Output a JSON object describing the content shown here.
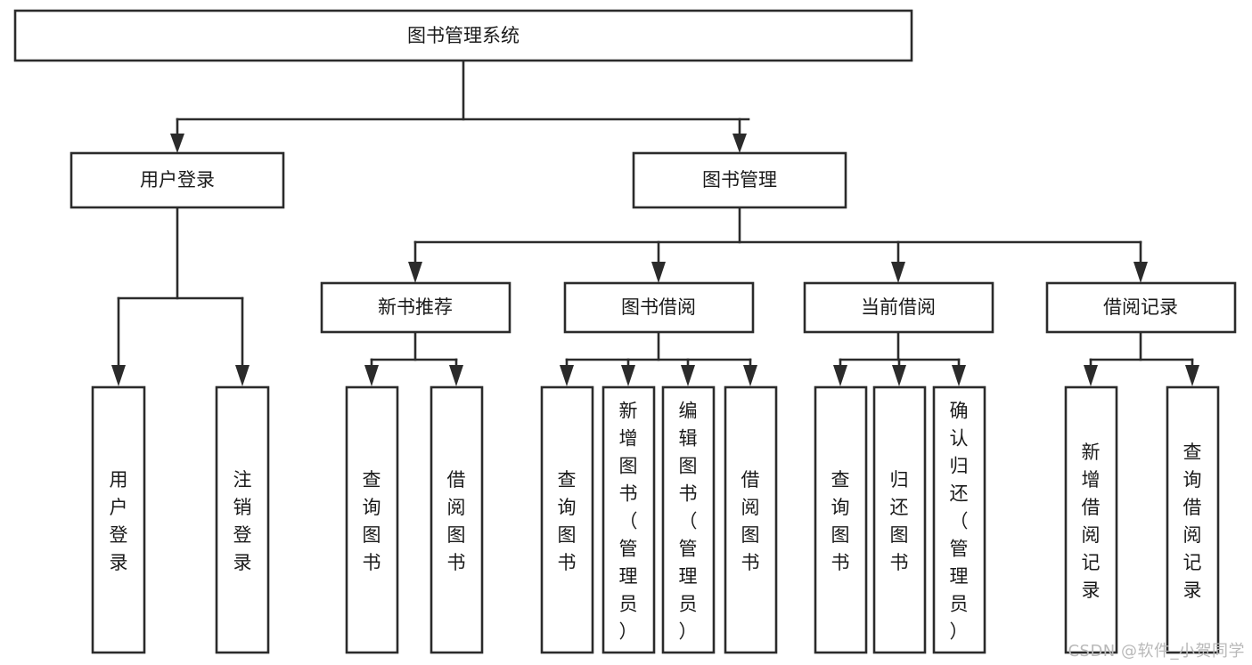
{
  "diagram": {
    "title": "图书管理系统",
    "type": "tree-hierarchy",
    "orientation": "top-down",
    "root": {
      "id": "root",
      "label": "图书管理系统",
      "orientation": "horizontal"
    },
    "level1": [
      {
        "id": "user-login",
        "label": "用户登录",
        "orientation": "horizontal"
      },
      {
        "id": "book-management",
        "label": "图书管理",
        "orientation": "horizontal"
      }
    ],
    "level2": [
      {
        "id": "new-book-recommend",
        "label": "新书推荐",
        "orientation": "horizontal",
        "parent": "book-management"
      },
      {
        "id": "book-borrow",
        "label": "图书借阅",
        "orientation": "horizontal",
        "parent": "book-management"
      },
      {
        "id": "current-borrow",
        "label": "当前借阅",
        "orientation": "horizontal",
        "parent": "book-management"
      },
      {
        "id": "borrow-record",
        "label": "借阅记录",
        "orientation": "horizontal",
        "parent": "book-management"
      }
    ],
    "leaves": [
      {
        "id": "leaf-user-login",
        "label": "用户登录",
        "orientation": "vertical",
        "parent": "user-login"
      },
      {
        "id": "leaf-logout-login",
        "label": "注销登录",
        "orientation": "vertical",
        "parent": "user-login"
      },
      {
        "id": "leaf-query-book-1",
        "label": "查询图书",
        "orientation": "vertical",
        "parent": "new-book-recommend"
      },
      {
        "id": "leaf-borrow-book-1",
        "label": "借阅图书",
        "orientation": "vertical",
        "parent": "new-book-recommend"
      },
      {
        "id": "leaf-query-book-2",
        "label": "查询图书",
        "orientation": "vertical",
        "parent": "book-borrow"
      },
      {
        "id": "leaf-add-book",
        "label": "新增图书（管理员）",
        "orientation": "vertical",
        "parent": "book-borrow"
      },
      {
        "id": "leaf-edit-book",
        "label": "编辑图书（管理员）",
        "orientation": "vertical",
        "parent": "book-borrow"
      },
      {
        "id": "leaf-borrow-book-2",
        "label": "借阅图书",
        "orientation": "vertical",
        "parent": "book-borrow"
      },
      {
        "id": "leaf-query-book-3",
        "label": "查询图书",
        "orientation": "vertical",
        "parent": "current-borrow"
      },
      {
        "id": "leaf-return-book",
        "label": "归还图书",
        "orientation": "vertical",
        "parent": "current-borrow"
      },
      {
        "id": "leaf-confirm-return",
        "label": "确认归还（管理员）",
        "orientation": "vertical",
        "parent": "current-borrow"
      },
      {
        "id": "leaf-add-record",
        "label": "新增借阅记录",
        "orientation": "vertical",
        "parent": "borrow-record"
      },
      {
        "id": "leaf-query-record",
        "label": "查询借阅记录",
        "orientation": "vertical",
        "parent": "borrow-record"
      }
    ],
    "colors": {
      "background": "#ffffff",
      "box_fill": "#ffffff",
      "box_stroke": "#2b2b2b",
      "connector": "#2b2b2b",
      "text": "#1a1a1a",
      "watermark": "#b9b9b9"
    }
  },
  "watermark": {
    "text": "CSDN @软件_小贺同学"
  }
}
